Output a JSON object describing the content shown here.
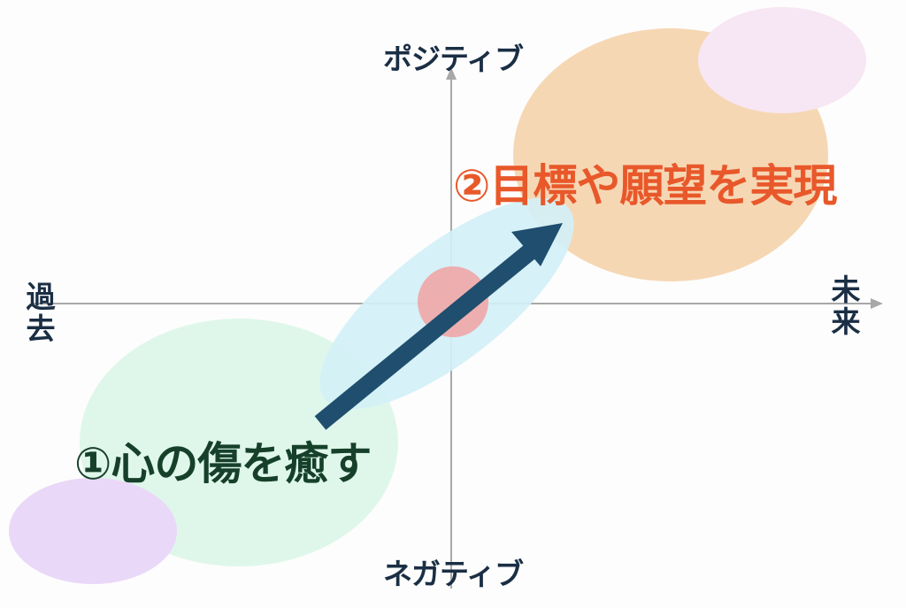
{
  "axes": {
    "top_label": "ポジティブ",
    "bottom_label": "ネガティブ",
    "left_label": "過去",
    "right_label": "未来"
  },
  "steps": [
    {
      "label": "①心の傷を癒す",
      "color": "#16402a"
    },
    {
      "label": "②目標や願望を実現",
      "color": "#e8582a"
    }
  ],
  "colors": {
    "axis": "#a8a8a8",
    "axis_label": "#1a2e44",
    "arrow": "#1f4e6e",
    "past_blob": "#dff7ea",
    "past_accent_blob": "#ead8f8",
    "future_blob": "#f6d7b4",
    "future_accent_blob": "#f7e6f3",
    "transition_blob": "#d3f0f6",
    "center_blob": "#efa6a6"
  }
}
